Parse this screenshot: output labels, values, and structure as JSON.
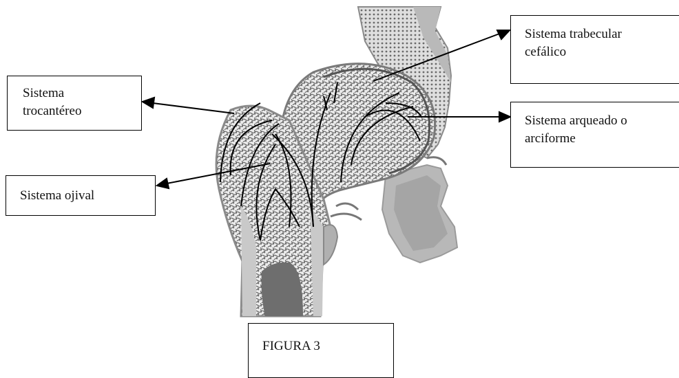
{
  "colors": {
    "bone_cortex": "#c8c8c8",
    "bone_cortex_dark": "#8a8a8a",
    "cancellous_bg": "#e9e9e9",
    "marrow": "#6e6e6e",
    "outline": "#000000"
  },
  "labels": {
    "trabecular": [
      "Sistema trabecular",
      "cefálico"
    ],
    "arqueado": [
      "Sistema arqueado o",
      "arciforme"
    ],
    "trocantereo": [
      "Sistema",
      "trocantéreo"
    ],
    "ojival": [
      "Sistema ojival"
    ],
    "figure_caption": "FIGURA 3"
  }
}
